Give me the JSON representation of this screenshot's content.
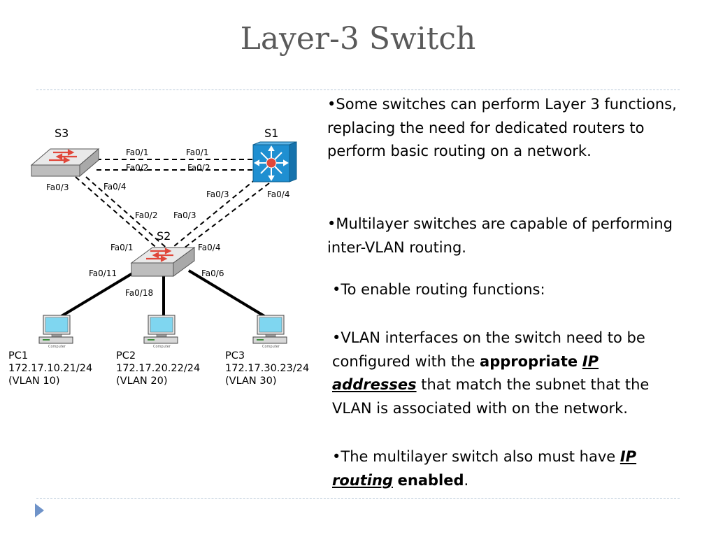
{
  "slide": {
    "title": "Layer-3 Switch"
  },
  "diagram": {
    "devices": {
      "s3": "S3",
      "s1": "S1",
      "s2": "S2",
      "pc_caption": "Computer"
    },
    "ports": {
      "s3_fa01": "Fa0/1",
      "s1_fa01": "Fa0/1",
      "s3_fa02": "Fa0/2",
      "s1_fa02": "Fa0/2",
      "s3_fa03": "Fa0/3",
      "s3_fa04": "Fa0/4",
      "s1_fa03": "Fa0/3",
      "s1_fa04": "Fa0/4",
      "s2_fa02": "Fa0/2",
      "s2_fa03": "Fa0/3",
      "s2_fa01": "Fa0/1",
      "s2_fa04": "Fa0/4",
      "s2_fa011": "Fa0/11",
      "s2_fa06": "Fa0/6",
      "s2_fa018": "Fa0/18"
    },
    "pcs": [
      {
        "name": "PC1",
        "ip": "172.17.10.21/24",
        "vlan": "(VLAN 10)"
      },
      {
        "name": "PC2",
        "ip": "172.17.20.22/24",
        "vlan": "(VLAN 20)"
      },
      {
        "name": "PC3",
        "ip": "172.17.30.23/24",
        "vlan": "(VLAN 30)"
      }
    ],
    "colors": {
      "multilayer_switch": "#1f8fd1",
      "switch_body": "#d4d4d4",
      "arrow": "#e0473a",
      "screen": "#7fd6f0"
    }
  },
  "text": {
    "p1": "•Some switches can perform Layer 3 functions, replacing the need for dedicated routers to perform basic routing on a network.",
    "p2": "•Multilayer switches are capable of performing inter-VLAN routing.",
    "p3": "•To enable routing functions:",
    "p4_a": "•VLAN interfaces on the switch need to be configured with the ",
    "p4_b": "appropriate",
    "p4_c": "IP addresses",
    "p4_d": " that match the subnet that the VLAN is associated with on the network.",
    "p5_a": "•The multilayer switch also must have ",
    "p5_b": "IP routing",
    "p5_c": "enabled",
    "p5_d": "."
  }
}
